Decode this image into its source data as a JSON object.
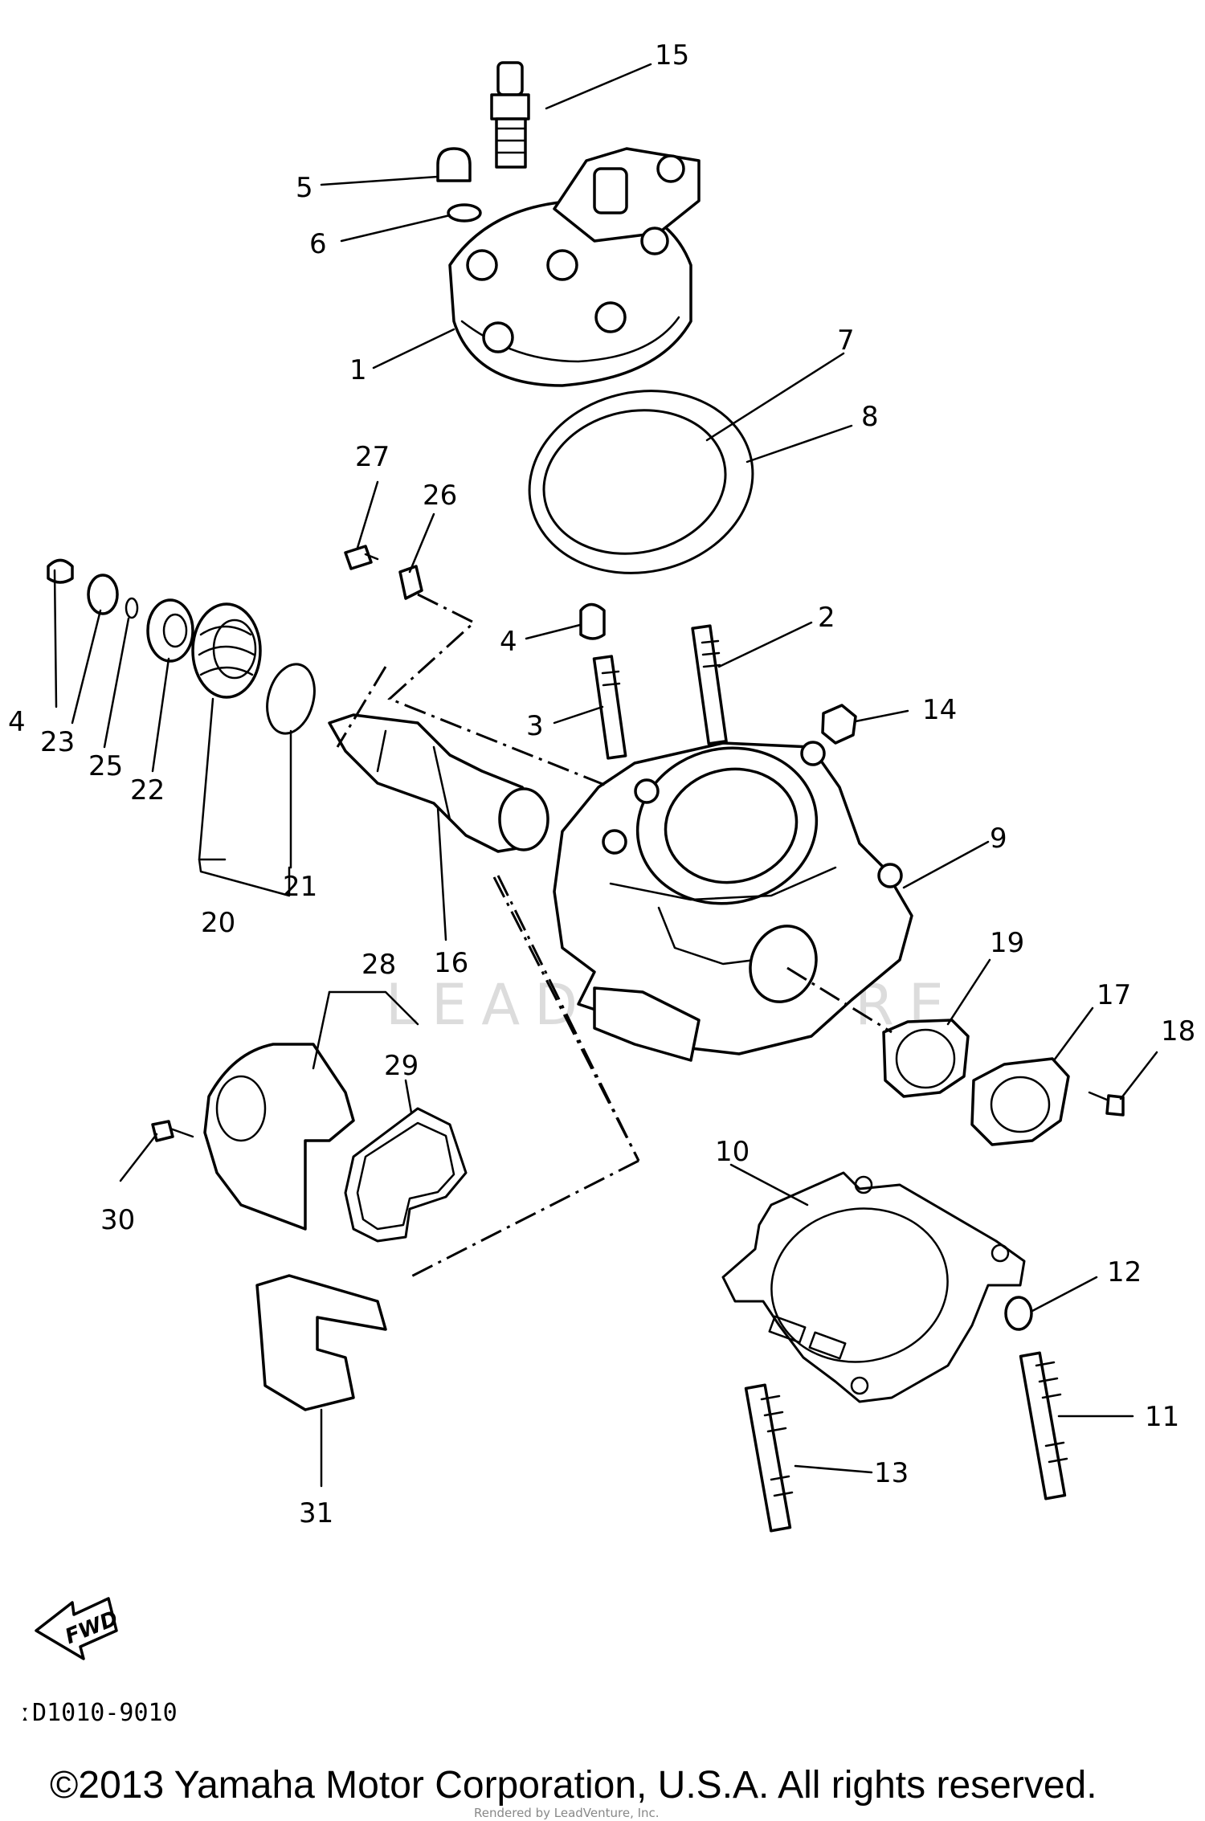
{
  "diagram": {
    "callouts": [
      {
        "id": "c15",
        "label": "15"
      },
      {
        "id": "c5",
        "label": "5"
      },
      {
        "id": "c6",
        "label": "6"
      },
      {
        "id": "c1",
        "label": "1"
      },
      {
        "id": "c7",
        "label": "7"
      },
      {
        "id": "c8",
        "label": "8"
      },
      {
        "id": "c27",
        "label": "27"
      },
      {
        "id": "c26",
        "label": "26"
      },
      {
        "id": "c4a",
        "label": "4"
      },
      {
        "id": "c4b",
        "label": "4"
      },
      {
        "id": "c2",
        "label": "2"
      },
      {
        "id": "c3",
        "label": "3"
      },
      {
        "id": "c14",
        "label": "14"
      },
      {
        "id": "c23",
        "label": "23"
      },
      {
        "id": "c25",
        "label": "25"
      },
      {
        "id": "c22",
        "label": "22"
      },
      {
        "id": "c21",
        "label": "21"
      },
      {
        "id": "c20",
        "label": "20"
      },
      {
        "id": "c16",
        "label": "16"
      },
      {
        "id": "c9",
        "label": "9"
      },
      {
        "id": "c19",
        "label": "19"
      },
      {
        "id": "c17",
        "label": "17"
      },
      {
        "id": "c18",
        "label": "18"
      },
      {
        "id": "c28",
        "label": "28"
      },
      {
        "id": "c29",
        "label": "29"
      },
      {
        "id": "c30",
        "label": "30"
      },
      {
        "id": "c10",
        "label": "10"
      },
      {
        "id": "c12",
        "label": "12"
      },
      {
        "id": "c11",
        "label": "11"
      },
      {
        "id": "c13",
        "label": "13"
      },
      {
        "id": "c31",
        "label": "31"
      }
    ],
    "fwd_label": "FWD",
    "diagram_code": "ːD1010-9010",
    "copyright": "©2013 Yamaha Motor Corporation, U.S.A. All rights reserved.",
    "watermark": "LEADVENTURE",
    "faint_credit": "Rendered by LeadVenture, Inc."
  }
}
